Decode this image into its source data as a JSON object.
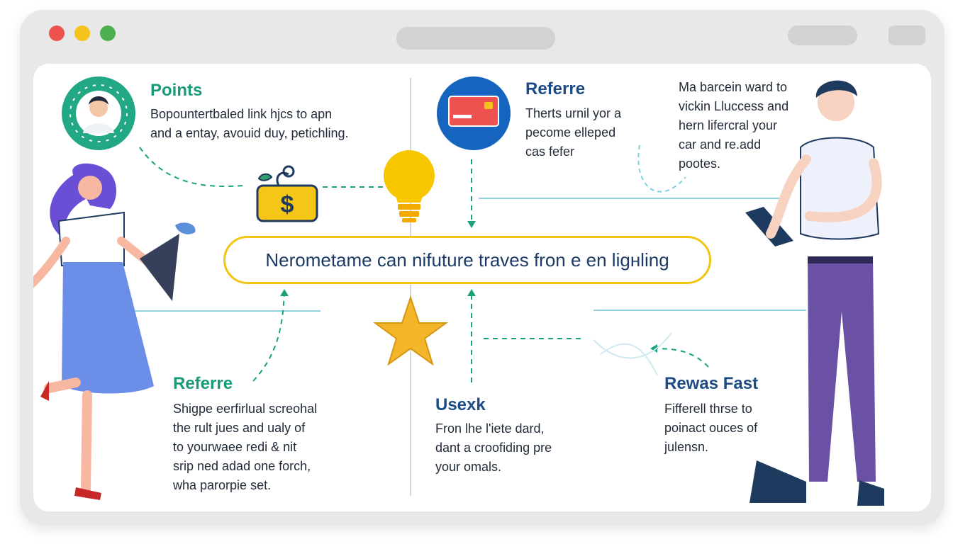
{
  "window": {
    "traffic_lights": [
      "#ef5350",
      "#f6c21c",
      "#4caf50"
    ]
  },
  "banner": {
    "text": "Nerometame can nifuture traves fron e en ligнling"
  },
  "sections": {
    "points": {
      "title": "Points",
      "text": "Bopountertbaled link hjcs to apn\nand a entay, avouid duy, petichling."
    },
    "referre_top": {
      "title": "Referre",
      "text": "Therts urnil yor a\npecome elleped\ncas fefer"
    },
    "referre_bottom": {
      "title": "Referre",
      "text": "Shigpe eerfirlual screohal\nthe rult jues and ualy of\nto yourwaee redi & nit\nsrip ned adad one forch,\nwha parorpie set."
    },
    "usexk": {
      "title": "Usexk",
      "text": "Fron lhe l'iete dard,\ndant a croofiding pre\nyour omals."
    },
    "rewas": {
      "title": "Rewas Fast",
      "text": "Fifferell thrse to\npoinact ouces of\njulensn."
    },
    "top_right": {
      "text": "Ma barcein ward to\nvickin Lluccess and\nhern lifercral your\ncar and re.add\npootes."
    }
  },
  "icons": [
    "avatar-icon",
    "money-bag-icon",
    "lightbulb-icon",
    "credit-card-icon",
    "star-icon"
  ],
  "colors": {
    "green_heading": "#1a9a78",
    "blue_heading": "#1c4b86",
    "banner_border": "#f2c515",
    "avatar_circle": "#22a884",
    "card_circle": "#1565c0"
  }
}
